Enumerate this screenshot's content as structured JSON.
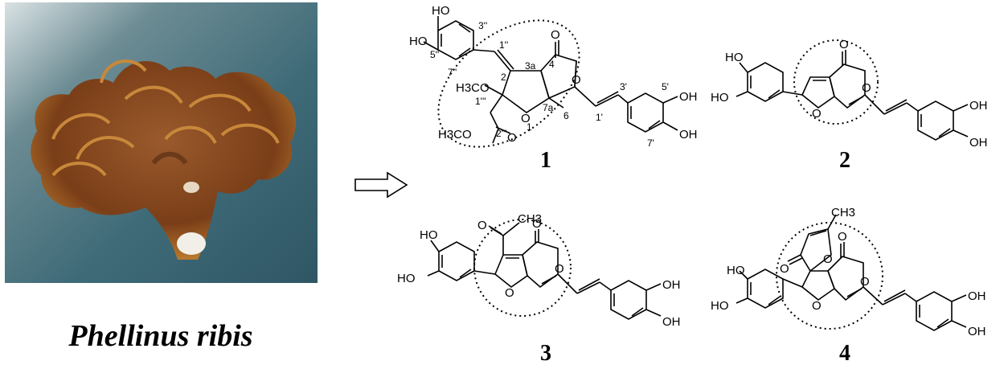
{
  "species_name": "Phellinus ribis",
  "compounds": [
    {
      "label": "1"
    },
    {
      "label": "2"
    },
    {
      "label": "3"
    },
    {
      "label": "4"
    }
  ],
  "atoms": {
    "HO": "HO",
    "OH": "OH",
    "O": "O",
    "H3CO": "H3CO",
    "CH3": "CH3"
  },
  "numbering_1": [
    "3''",
    "5''",
    "7''",
    "1''",
    "3a",
    "4",
    "2",
    "1'''",
    "2'''",
    "7a",
    "1",
    "6",
    "1'",
    "3'",
    "5'",
    "7'"
  ],
  "colors": {
    "background": "#ffffff",
    "ink": "#000000",
    "photo_bg": "#3f6b78",
    "fungus": "#8a4a22"
  }
}
